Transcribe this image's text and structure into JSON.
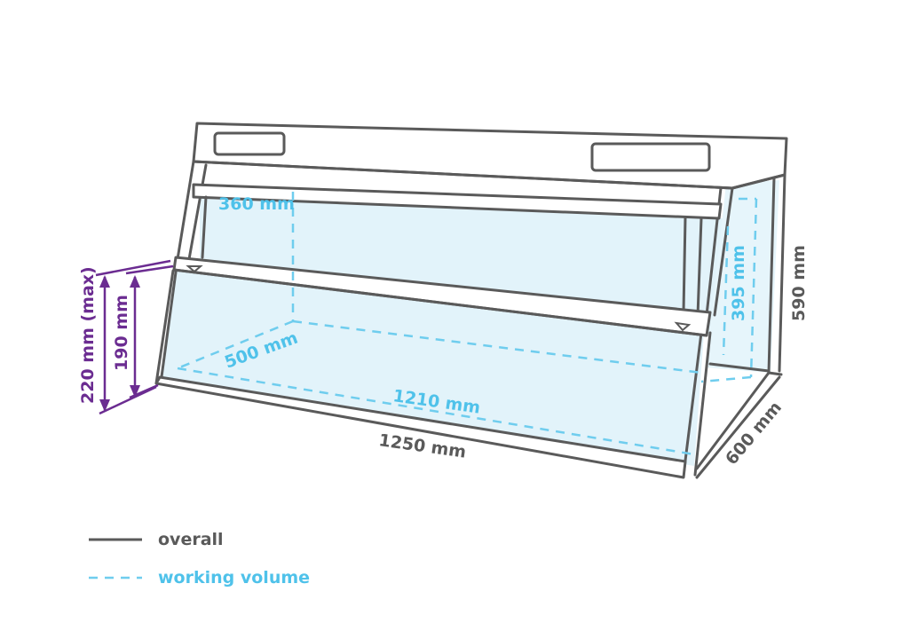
{
  "colors": {
    "frame": "#5a5a5a",
    "glass": "#e2f3fa",
    "working": "#6fcdee",
    "working_text": "#4fc2ea",
    "purple": "#6b2c91",
    "overall_text": "#5a5a5a"
  },
  "dimensions": {
    "overall_width": "1250 mm",
    "overall_depth": "600 mm",
    "overall_height": "590 mm",
    "work_width": "1210 mm",
    "work_depth": "500 mm",
    "work_height_back": "360 mm",
    "work_height_side": "395 mm",
    "opening_190": "190 mm",
    "opening_220": "220 mm (max)"
  },
  "legend": {
    "overall": "overall",
    "working": "working volume"
  }
}
